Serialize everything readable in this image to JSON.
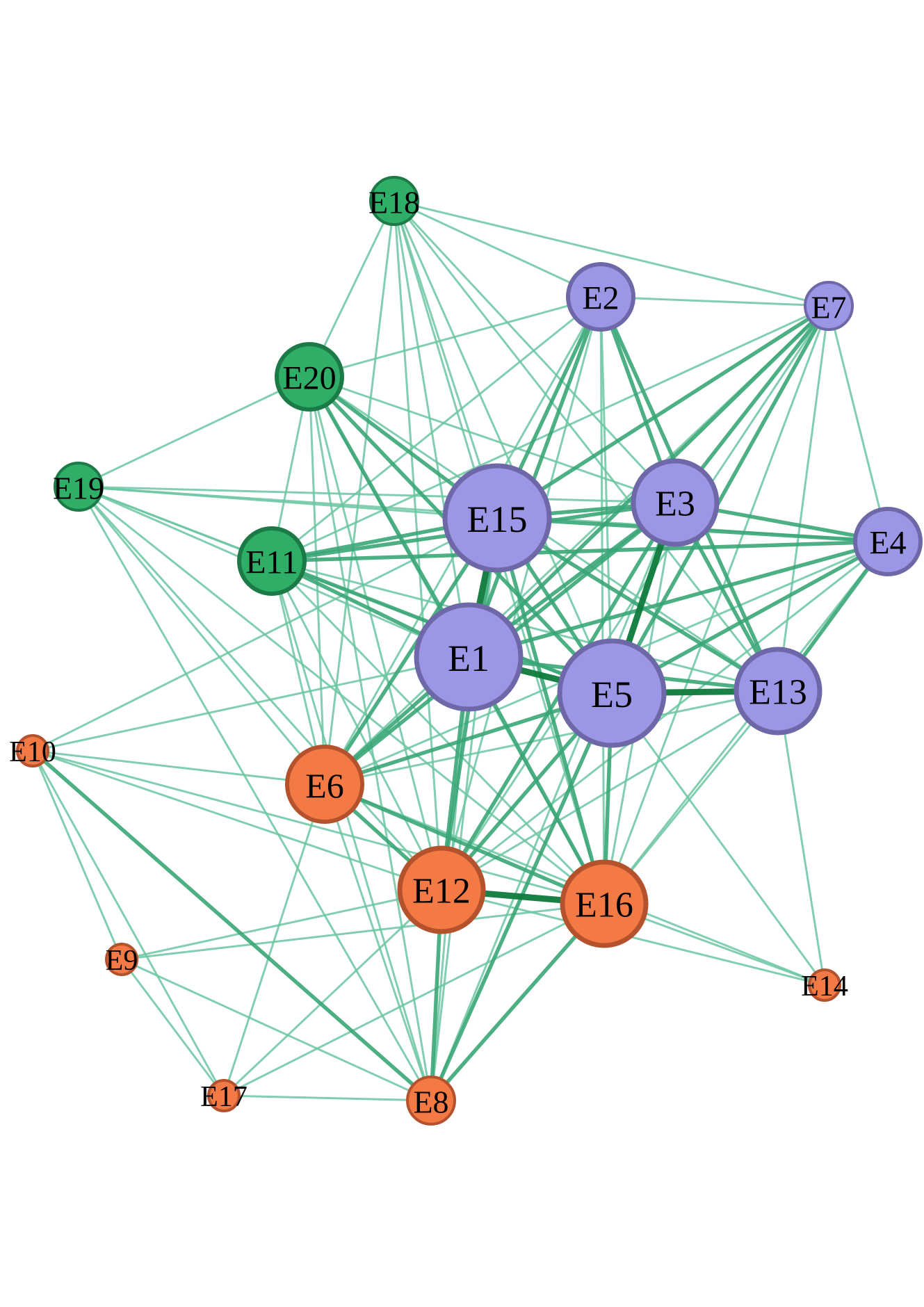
{
  "groups": {
    "purple": {
      "fill": "#9B97E6",
      "stroke": "#6E68A8"
    },
    "green": {
      "fill": "#2EAE66",
      "stroke": "#1B7A45"
    },
    "orange": {
      "fill": "#F47A45",
      "stroke": "#B5522E"
    }
  },
  "edge_colors": {
    "weak": "#6CC6A2",
    "medium": "#3AA677",
    "strong": "#0E7A3C"
  },
  "nodes": [
    {
      "id": "E1",
      "label": "E1",
      "group": "purple",
      "weight": 5
    },
    {
      "id": "E2",
      "label": "E2",
      "group": "purple",
      "weight": 2
    },
    {
      "id": "E3",
      "label": "E3",
      "group": "purple",
      "weight": 4
    },
    {
      "id": "E4",
      "label": "E4",
      "group": "purple",
      "weight": 2
    },
    {
      "id": "E5",
      "label": "E5",
      "group": "purple",
      "weight": 5
    },
    {
      "id": "E6",
      "label": "E6",
      "group": "orange",
      "weight": 3
    },
    {
      "id": "E7",
      "label": "E7",
      "group": "purple",
      "weight": 1
    },
    {
      "id": "E8",
      "label": "E8",
      "group": "orange",
      "weight": 1
    },
    {
      "id": "E9",
      "label": "E9",
      "group": "orange",
      "weight": 0
    },
    {
      "id": "E10",
      "label": "E10",
      "group": "orange",
      "weight": 0
    },
    {
      "id": "E11",
      "label": "E11",
      "group": "green",
      "weight": 2
    },
    {
      "id": "E12",
      "label": "E12",
      "group": "orange",
      "weight": 4
    },
    {
      "id": "E13",
      "label": "E13",
      "group": "purple",
      "weight": 4
    },
    {
      "id": "E14",
      "label": "E14",
      "group": "orange",
      "weight": 0
    },
    {
      "id": "E15",
      "label": "E15",
      "group": "purple",
      "weight": 5
    },
    {
      "id": "E16",
      "label": "E16",
      "group": "orange",
      "weight": 4
    },
    {
      "id": "E17",
      "label": "E17",
      "group": "orange",
      "weight": 0
    },
    {
      "id": "E18",
      "label": "E18",
      "group": "green",
      "weight": 1
    },
    {
      "id": "E19",
      "label": "E19",
      "group": "green",
      "weight": 1
    },
    {
      "id": "E20",
      "label": "E20",
      "group": "green",
      "weight": 2
    }
  ],
  "edges": [
    [
      "E1",
      "E5",
      3
    ],
    [
      "E1",
      "E15",
      3
    ],
    [
      "E1",
      "E3",
      2
    ],
    [
      "E1",
      "E2",
      2
    ],
    [
      "E1",
      "E4",
      2
    ],
    [
      "E1",
      "E7",
      2
    ],
    [
      "E1",
      "E13",
      2
    ],
    [
      "E1",
      "E6",
      2
    ],
    [
      "E1",
      "E12",
      2
    ],
    [
      "E1",
      "E16",
      2
    ],
    [
      "E1",
      "E8",
      1
    ],
    [
      "E1",
      "E11",
      2
    ],
    [
      "E1",
      "E20",
      2
    ],
    [
      "E1",
      "E19",
      1
    ],
    [
      "E1",
      "E18",
      1
    ],
    [
      "E1",
      "E10",
      1
    ],
    [
      "E5",
      "E13",
      3
    ],
    [
      "E5",
      "E3",
      3
    ],
    [
      "E5",
      "E15",
      2
    ],
    [
      "E5",
      "E4",
      2
    ],
    [
      "E5",
      "E7",
      2
    ],
    [
      "E5",
      "E2",
      1
    ],
    [
      "E5",
      "E6",
      2
    ],
    [
      "E5",
      "E12",
      2
    ],
    [
      "E5",
      "E16",
      2
    ],
    [
      "E5",
      "E8",
      2
    ],
    [
      "E5",
      "E11",
      2
    ],
    [
      "E5",
      "E20",
      2
    ],
    [
      "E5",
      "E19",
      1
    ],
    [
      "E5",
      "E18",
      1
    ],
    [
      "E5",
      "E14",
      1
    ],
    [
      "E15",
      "E3",
      2
    ],
    [
      "E15",
      "E4",
      2
    ],
    [
      "E15",
      "E2",
      2
    ],
    [
      "E15",
      "E7",
      2
    ],
    [
      "E15",
      "E13",
      2
    ],
    [
      "E15",
      "E12",
      2
    ],
    [
      "E15",
      "E6",
      2
    ],
    [
      "E15",
      "E16",
      2
    ],
    [
      "E15",
      "E11",
      2
    ],
    [
      "E15",
      "E20",
      2
    ],
    [
      "E15",
      "E19",
      1
    ],
    [
      "E15",
      "E18",
      1
    ],
    [
      "E15",
      "E8",
      1
    ],
    [
      "E3",
      "E4",
      2
    ],
    [
      "E3",
      "E13",
      2
    ],
    [
      "E3",
      "E2",
      2
    ],
    [
      "E3",
      "E7",
      2
    ],
    [
      "E3",
      "E12",
      2
    ],
    [
      "E3",
      "E6",
      2
    ],
    [
      "E3",
      "E16",
      1
    ],
    [
      "E3",
      "E11",
      2
    ],
    [
      "E3",
      "E20",
      1
    ],
    [
      "E3",
      "E18",
      1
    ],
    [
      "E3",
      "E19",
      1
    ],
    [
      "E3",
      "E8",
      1
    ],
    [
      "E13",
      "E4",
      2
    ],
    [
      "E13",
      "E7",
      1
    ],
    [
      "E13",
      "E2",
      2
    ],
    [
      "E13",
      "E16",
      1
    ],
    [
      "E13",
      "E12",
      1
    ],
    [
      "E13",
      "E11",
      1
    ],
    [
      "E13",
      "E20",
      1
    ],
    [
      "E13",
      "E18",
      1
    ],
    [
      "E13",
      "E6",
      1
    ],
    [
      "E13",
      "E14",
      1
    ],
    [
      "E2",
      "E7",
      1
    ],
    [
      "E2",
      "E20",
      1
    ],
    [
      "E2",
      "E18",
      1
    ],
    [
      "E2",
      "E16",
      1
    ],
    [
      "E2",
      "E12",
      1
    ],
    [
      "E2",
      "E6",
      1
    ],
    [
      "E2",
      "E11",
      1
    ],
    [
      "E7",
      "E4",
      1
    ],
    [
      "E7",
      "E18",
      1
    ],
    [
      "E7",
      "E12",
      1
    ],
    [
      "E7",
      "E11",
      1
    ],
    [
      "E7",
      "E6",
      1
    ],
    [
      "E7",
      "E16",
      1
    ],
    [
      "E4",
      "E11",
      2
    ],
    [
      "E4",
      "E19",
      1
    ],
    [
      "E4",
      "E12",
      1
    ],
    [
      "E4",
      "E16",
      1
    ],
    [
      "E4",
      "E6",
      1
    ],
    [
      "E20",
      "E11",
      1
    ],
    [
      "E20",
      "E18",
      1
    ],
    [
      "E20",
      "E19",
      1
    ],
    [
      "E20",
      "E16",
      1
    ],
    [
      "E20",
      "E6",
      1
    ],
    [
      "E20",
      "E12",
      1
    ],
    [
      "E20",
      "E8",
      1
    ],
    [
      "E11",
      "E19",
      1
    ],
    [
      "E11",
      "E12",
      1
    ],
    [
      "E11",
      "E16",
      1
    ],
    [
      "E11",
      "E8",
      1
    ],
    [
      "E11",
      "E6",
      1
    ],
    [
      "E18",
      "E12",
      1
    ],
    [
      "E18",
      "E6",
      1
    ],
    [
      "E18",
      "E16",
      1
    ],
    [
      "E19",
      "E6",
      1
    ],
    [
      "E19",
      "E8",
      1
    ],
    [
      "E19",
      "E16",
      1
    ],
    [
      "E19",
      "E12",
      1
    ],
    [
      "E6",
      "E12",
      2
    ],
    [
      "E6",
      "E16",
      2
    ],
    [
      "E6",
      "E10",
      1
    ],
    [
      "E6",
      "E17",
      1
    ],
    [
      "E6",
      "E8",
      1
    ],
    [
      "E6",
      "E14",
      1
    ],
    [
      "E12",
      "E16",
      3
    ],
    [
      "E12",
      "E8",
      2
    ],
    [
      "E12",
      "E10",
      1
    ],
    [
      "E12",
      "E17",
      1
    ],
    [
      "E12",
      "E9",
      1
    ],
    [
      "E12",
      "E14",
      1
    ],
    [
      "E16",
      "E8",
      2
    ],
    [
      "E16",
      "E10",
      1
    ],
    [
      "E16",
      "E14",
      1
    ],
    [
      "E16",
      "E17",
      1
    ],
    [
      "E16",
      "E9",
      1
    ],
    [
      "E10",
      "E8",
      2
    ],
    [
      "E10",
      "E17",
      1
    ],
    [
      "E10",
      "E9",
      1
    ],
    [
      "E10",
      "E15",
      1
    ],
    [
      "E9",
      "E8",
      1
    ],
    [
      "E9",
      "E17",
      1
    ],
    [
      "E17",
      "E8",
      1
    ]
  ]
}
